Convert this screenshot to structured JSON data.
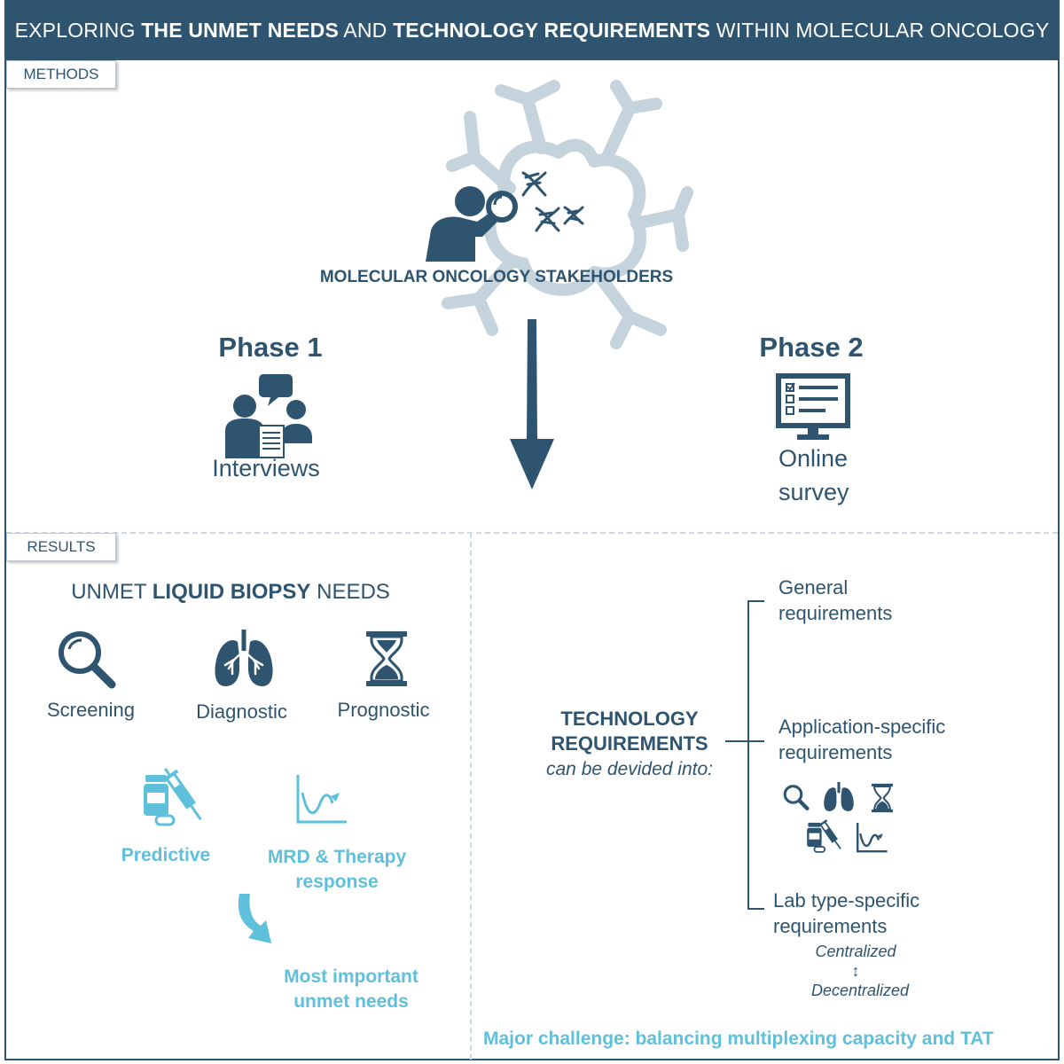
{
  "header": {
    "part1": "EXPLORING ",
    "part2": "THE UNMET NEEDS",
    "part3": " AND ",
    "part4": "TECHNOLOGY REQUIREMENTS",
    "part5": " WITHIN MOLECULAR ONCOLOGY"
  },
  "methods": {
    "label": "METHODS",
    "stakeholders": "MOLECULAR ONCOLOGY STAKEHOLDERS",
    "phase1": {
      "title": "Phase 1",
      "caption": "Interviews",
      "icon": "interview-icon"
    },
    "phase2": {
      "title": "Phase 2",
      "caption_line1": "Online",
      "caption_line2": "survey",
      "icon": "survey-monitor-icon"
    }
  },
  "results": {
    "label": "RESULTS",
    "needs_title": {
      "part1": "UNMET ",
      "part2": "LIQUID BIOPSY",
      "part3": " NEEDS"
    },
    "needs": [
      {
        "label": "Screening",
        "icon": "magnifier-icon"
      },
      {
        "label": "Diagnostic",
        "icon": "lungs-icon"
      },
      {
        "label": "Prognostic",
        "icon": "hourglass-icon"
      }
    ],
    "highlighted_needs": [
      {
        "label": "Predictive",
        "icon": "medication-syringe-icon"
      },
      {
        "label_line1": "MRD & Therapy",
        "label_line2": "response",
        "icon": "response-curve-icon"
      }
    ],
    "most_important": {
      "line1": "Most important",
      "line2": "unmet needs"
    },
    "tech": {
      "line1": "TECHNOLOGY",
      "line2": "REQUIREMENTS",
      "line3": "can be devided into:"
    },
    "branches": {
      "general": {
        "line1": "General",
        "line2": "requirements"
      },
      "application": {
        "line1": "Application-specific",
        "line2": "requirements"
      },
      "lab": {
        "line1": "Lab type-specific",
        "line2": "requirements",
        "centralized": "Centralized",
        "arrow": "↕",
        "decentralized": "Decentralized"
      }
    },
    "challenge": "Major challenge: balancing multiplexing capacity and TAT"
  },
  "colors": {
    "dark": "#2e5470",
    "light": "#5ec0db",
    "faint": "#c5d3dd"
  }
}
